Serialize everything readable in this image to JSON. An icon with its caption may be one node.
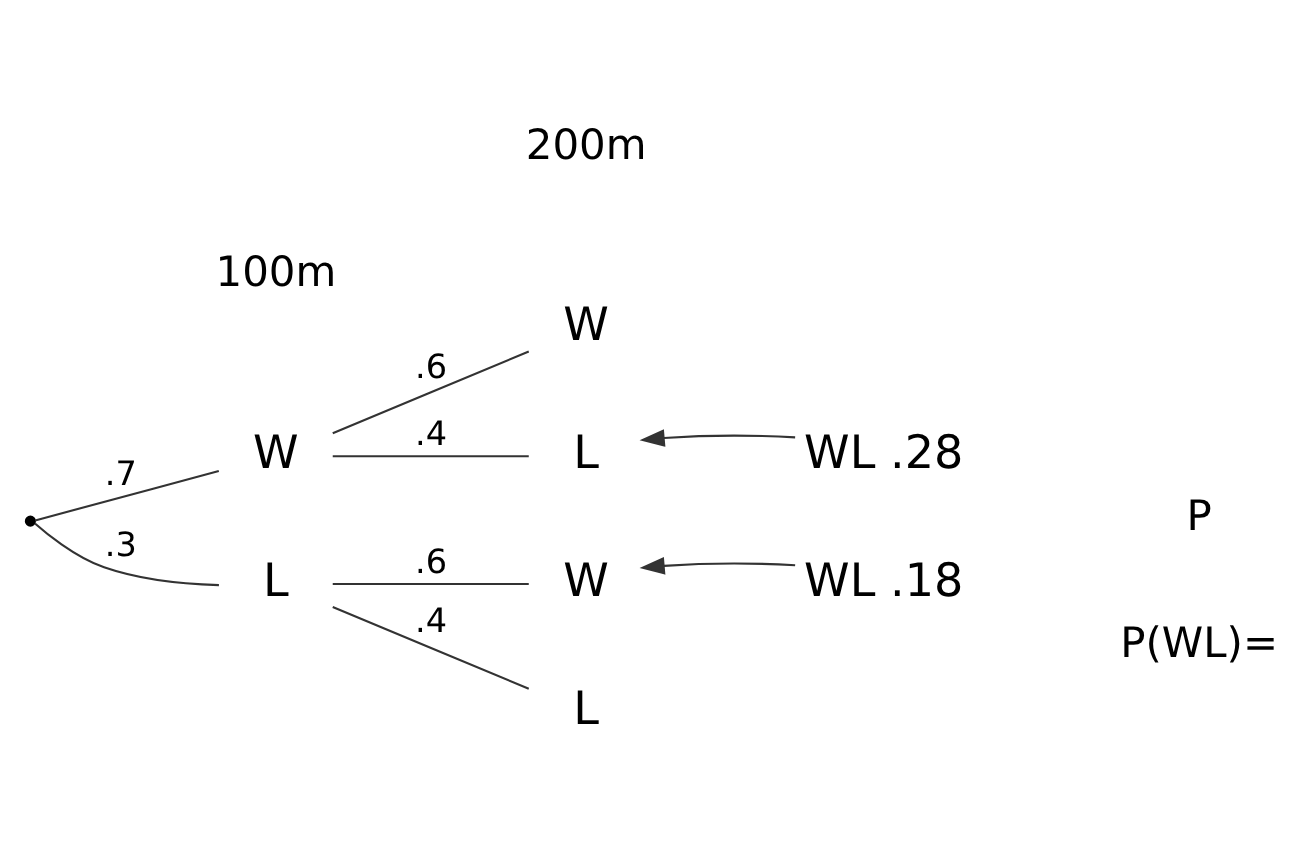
{
  "diagram": {
    "nodes": [
      {
        "text": [],
        "shape": "point"
      },
      {
        "text": [
          "W"
        ]
      },
      {
        "text": [
          "L"
        ]
      },
      {
        "text": [
          "W"
        ]
      },
      {
        "text": [
          "L"
        ]
      },
      {
        "text": [
          "W"
        ]
      },
      {
        "text": [
          "L"
        ]
      },
      {
        "text": [
          "WL .28"
        ]
      },
      {
        "text": [
          "WL .18"
        ]
      }
    ],
    "edges": [
      {
        "from": 0,
        "to": 1,
        "arrow": "none",
        "label": ".7"
      },
      {
        "from": 0,
        "to": 2,
        "arrow": "none",
        "label": ".3"
      },
      {
        "from": 1,
        "to": 3,
        "arrow": "none",
        "label": ".6"
      },
      {
        "from": 1,
        "to": 4,
        "arrow": "none",
        "label": ".4"
      },
      {
        "from": 2,
        "to": 5,
        "arrow": "none",
        "label": ".6"
      },
      {
        "from": 2,
        "to": 6,
        "arrow": "none",
        "label": ".4"
      },
      {
        "from": 7,
        "to": 4,
        "arrow": "to"
      },
      {
        "from": 8,
        "to": 5,
        "arrow": "to"
      }
    ],
    "labels": [
      "100m",
      "200m",
      "P",
      "P(WL)="
    ]
  }
}
